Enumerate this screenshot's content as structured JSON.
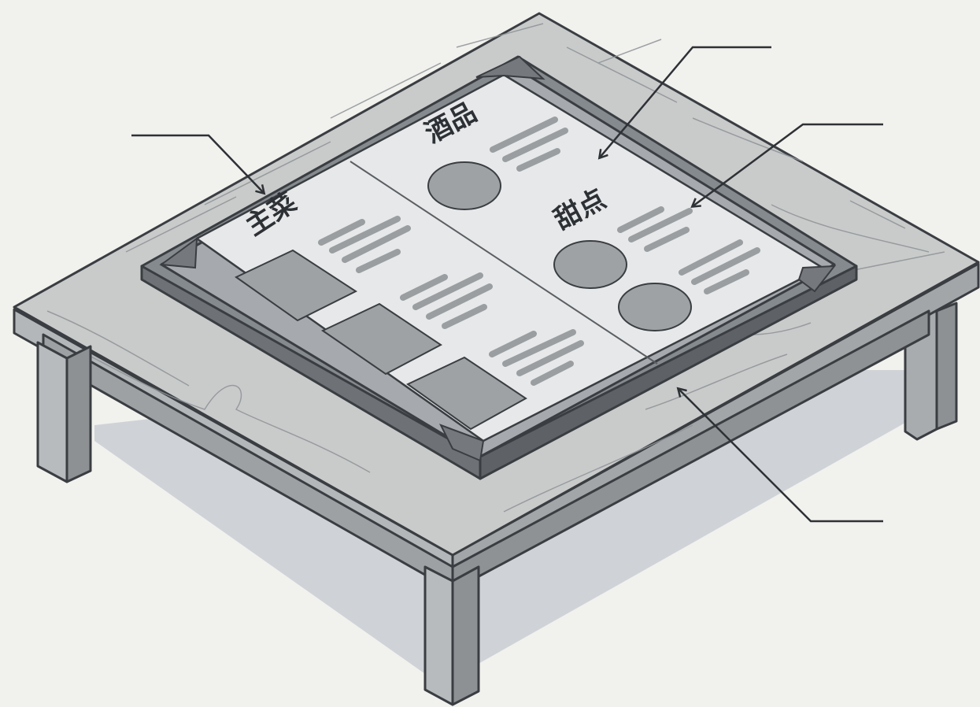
{
  "menu": {
    "sections": [
      {
        "id": "main",
        "label": "主菜"
      },
      {
        "id": "drinks",
        "label": "酒品"
      },
      {
        "id": "dessert",
        "label": "甜点"
      }
    ]
  },
  "colors": {
    "background": "#f1f1ee",
    "wood": "#c6c8c8",
    "wood_dark": "#9a9d9f",
    "outline": "#3a3d41",
    "paper": "#e6e8e9",
    "frame": "#777b80",
    "placeholder": "#9fa2a5",
    "shadow": "#c9ced2"
  },
  "icons": {
    "dish_thumbnail": "square-image-placeholder",
    "drink_thumbnail": "circle-image-placeholder",
    "callout": "arrow-pointer"
  }
}
